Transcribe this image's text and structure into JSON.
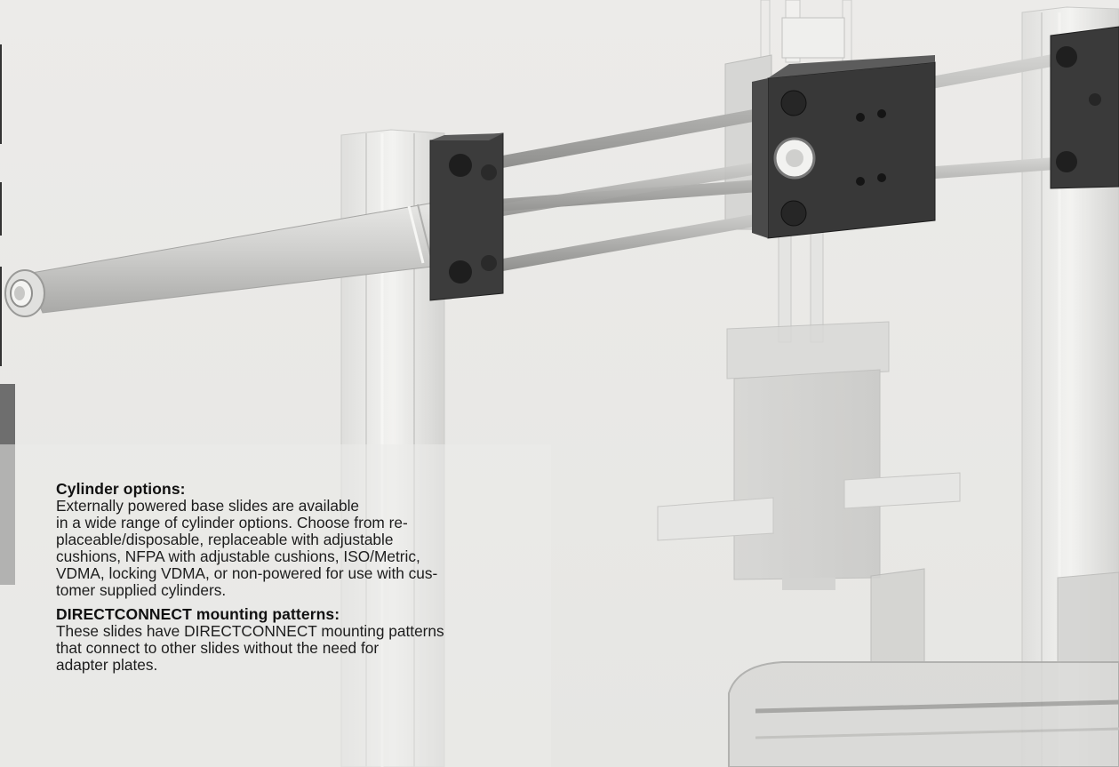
{
  "sections": [
    {
      "heading": "Cylinder options:",
      "body": "Externally powered base slides are available\nin a wide range of cylinder options. Choose from re-\nplaceable/disposable, replaceable with adjustable\ncushions, NFPA with adjustable cushions, ISO/Metric,\nVDMA, locking VDMA, or non-powered for use with cus-\ntomer supplied cylinders."
    },
    {
      "heading": "DIRECTCONNECT mounting patterns:",
      "body": "These slides have DIRECTCONNECT mounting patterns\nthat connect to other slides without the need for\nadapter plates."
    }
  ],
  "colors": {
    "background": "#e8e8e6",
    "dark_block": "#3a3a3a",
    "rod": "#b8b8b6",
    "tab": "#6e6e6e"
  },
  "icons": [
    "slide-assembly-illustration"
  ]
}
